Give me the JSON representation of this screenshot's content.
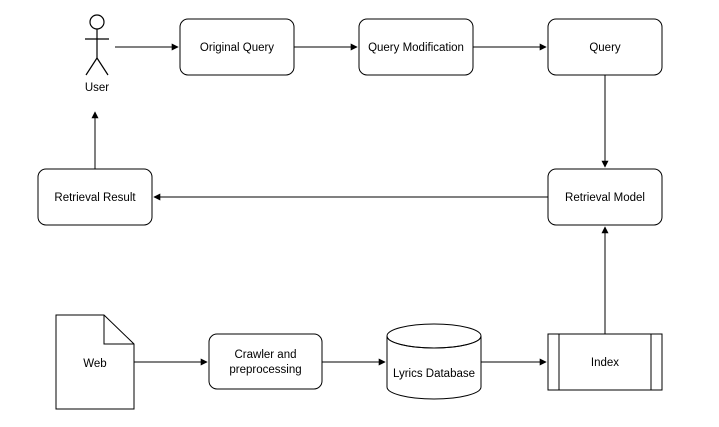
{
  "diagram": {
    "user": {
      "label": "User"
    },
    "nodes": {
      "original_query": "Original Query",
      "query_modification": "Query Modification",
      "query": "Query",
      "retrieval_model": "Retrieval Model",
      "retrieval_result": "Retrieval Result",
      "web": "Web",
      "crawler_line1": "Crawler and",
      "crawler_line2": "preprocessing",
      "lyrics_database": "Lyrics Database",
      "index": "Index"
    }
  }
}
